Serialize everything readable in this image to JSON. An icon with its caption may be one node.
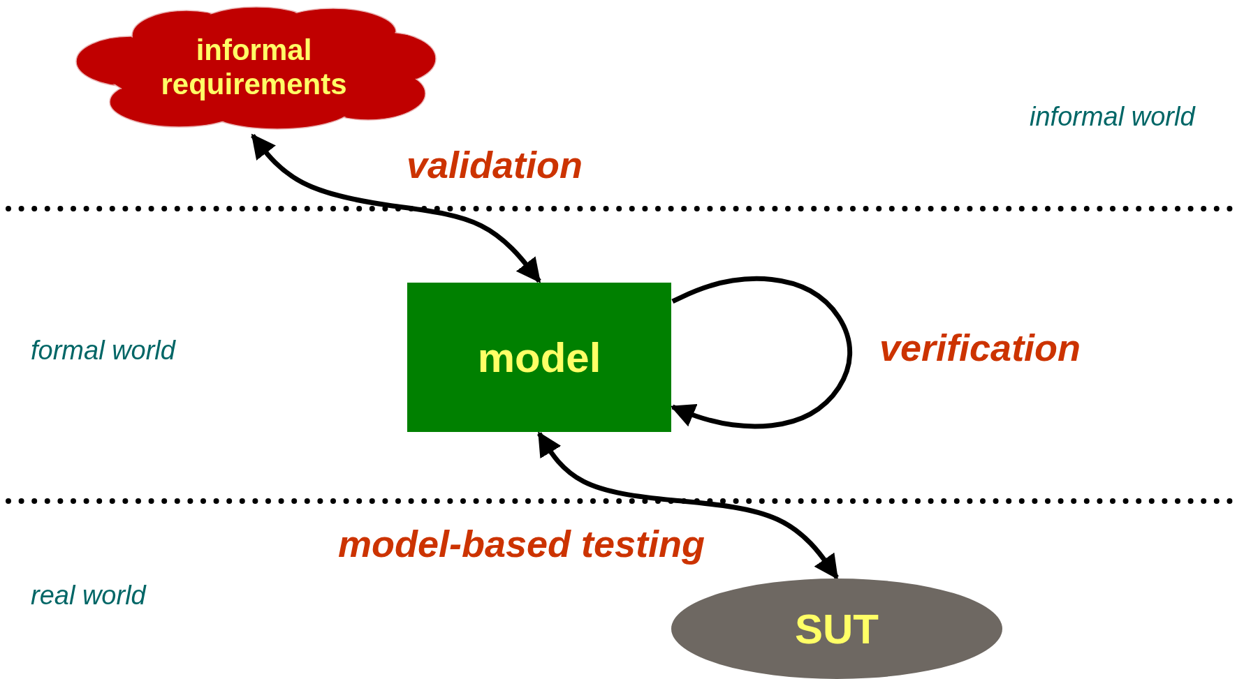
{
  "diagram": {
    "nodes": [
      {
        "text": [
          "informal requirements"
        ]
      },
      {
        "text": [
          "model"
        ]
      },
      {
        "text": [
          "SUT"
        ]
      }
    ],
    "edges": [
      {
        "from": 0,
        "to": 1,
        "arrow": "both",
        "label": "validation"
      },
      {
        "from": 1,
        "to": 1,
        "arrow": "to",
        "label": "verification"
      },
      {
        "from": 1,
        "to": 2,
        "arrow": "both",
        "label": "model-based testing"
      }
    ],
    "labels": [
      "informal world",
      "formal world",
      "real world"
    ]
  }
}
